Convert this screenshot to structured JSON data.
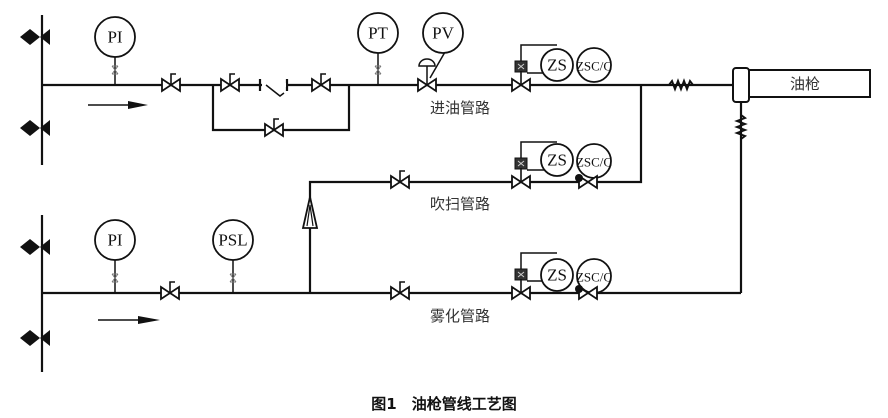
{
  "diagram": {
    "instruments": {
      "pi_top": "PI",
      "pt": "PT",
      "pv": "PV",
      "zs_oil": "ZS",
      "zsc_oil": "ZSC/C",
      "zs_purge": "ZS",
      "zsc_purge": "ZSC/C",
      "pi_bottom": "PI",
      "psl": "PSL",
      "zs_atom": "ZS",
      "zsc_atom": "ZSC/C"
    },
    "labels": {
      "oil_inlet_line": "进油管路",
      "purge_line": "吹扫管路",
      "atomizing_line": "雾化管路",
      "oil_gun": "油枪"
    },
    "caption": "图1　油枪管线工艺图"
  }
}
